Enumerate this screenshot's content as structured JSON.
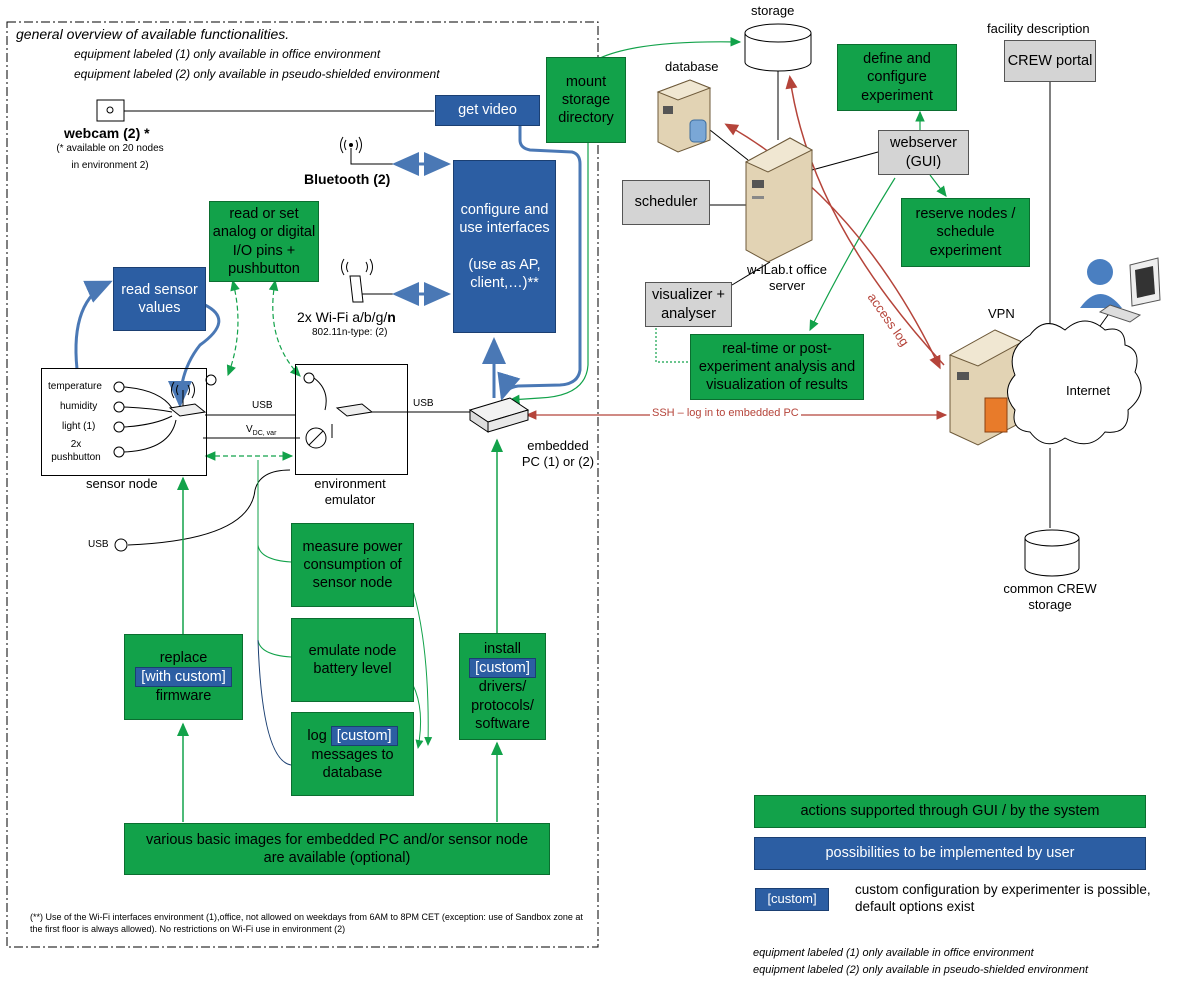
{
  "header": {
    "title": "general overview of available functionalities.",
    "note1": "equipment labeled (1) only available in office environment",
    "note2": "equipment labeled (2) only available in pseudo-shielded environment"
  },
  "webcam": {
    "label": "webcam (2) *",
    "note_line1": "(* available on 20 nodes",
    "note_line2": "in environment 2)"
  },
  "bluetooth": {
    "label": "Bluetooth (2)"
  },
  "wifi": {
    "label_prefix": "2x Wi-Fi a/b/g/",
    "label_bold": "n",
    "sub": "802.11n-type: (2)"
  },
  "actions": {
    "get_video": "get video",
    "mount_storage": "mount storage directory",
    "configure_line1": "configure and use interfaces",
    "configure_line2": "(use as AP, client,…)**",
    "read_pins": "read or set analog or digital I/O pins + pushbutton",
    "read_sensor": "read sensor values",
    "measure_power": "measure power consumption of sensor node",
    "emulate_battery": "emulate node battery level",
    "log_pre": "log",
    "log_chip": "[custom]",
    "log_post": "messages to database",
    "replace_pre": "replace",
    "replace_chip": "[with custom]",
    "replace_post": "firmware",
    "install_pre": "install",
    "install_chip": "[custom]",
    "install_post": "drivers/ protocols/ software",
    "images": "various basic images for embedded PC and/or sensor node are available (optional)",
    "define_experiment": "define and configure experiment",
    "reserve_nodes": "reserve nodes / schedule experiment",
    "realtime": "real-time or post-experiment analysis and visualization of results"
  },
  "sensor_node": {
    "label": "sensor node",
    "sensors": [
      "temperature",
      "humidity",
      "light (1)",
      "2x pushbutton"
    ]
  },
  "env_emulator": {
    "label": "environment emulator",
    "vdc": "V",
    "vdc_sub": "DC, var"
  },
  "usb_labels": {
    "usb1": "USB",
    "usb2": "USB",
    "usb3": "USB"
  },
  "embedded_pc": {
    "label": "embedded PC (1) or (2)"
  },
  "server_side": {
    "storage": "storage",
    "database": "database",
    "facility": "facility description",
    "crew_portal": "CREW portal",
    "webserver": "webserver (GUI)",
    "scheduler": "scheduler",
    "office_server": "w-iLab.t office server",
    "visualizer": "visualizer + analyser",
    "vpn": "VPN",
    "internet": "Internet",
    "common_storage": "common CREW storage",
    "access_log": "access log",
    "ssh": "SSH – log in to embedded PC"
  },
  "footnote": "(**) Use of the Wi-Fi interfaces environment (1),office, not allowed on weekdays from 6AM to 8PM CET (exception: use of Sandbox zone at the first floor is always allowed). No restrictions on Wi-Fi use in environment (2)",
  "legend": {
    "green": "actions supported through GUI / by the system",
    "blue": "possibilities to be implemented by user",
    "custom_chip": "[custom]",
    "custom_text": "custom configuration by experimenter is possible, default options exist",
    "note1": "equipment labeled (1) only available in office environment",
    "note2": "equipment labeled (2) only available in pseudo-shielded environment"
  },
  "colors": {
    "green": "#12a24a",
    "blue": "#2c5ea3",
    "gray": "#d4d4d4",
    "red_arrow": "#b5443a"
  }
}
